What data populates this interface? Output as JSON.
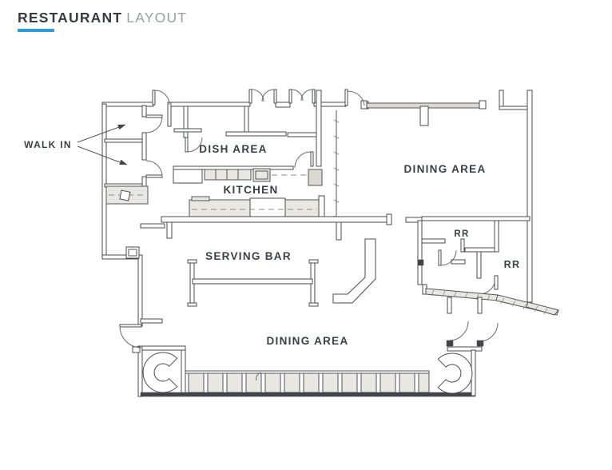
{
  "header": {
    "title_primary": "RESTAURANT",
    "title_secondary": "LAYOUT",
    "accent_color": "#2d9cd6"
  },
  "plan": {
    "colors": {
      "wall_line": "#4a4b4f",
      "label_text": "#3b4046",
      "equipment_fill": "#e9e7e2",
      "partition_fill": "#dcd9d3"
    },
    "labels": {
      "walk_in": "WALK IN",
      "dish_area": "DISH AREA",
      "kitchen": "KITCHEN",
      "serving_bar": "SERVING BAR",
      "dining_area_right": "DINING AREA",
      "restroom_1": "RR",
      "restroom_2": "RR",
      "dining_area_bottom": "DINING AREA"
    }
  }
}
